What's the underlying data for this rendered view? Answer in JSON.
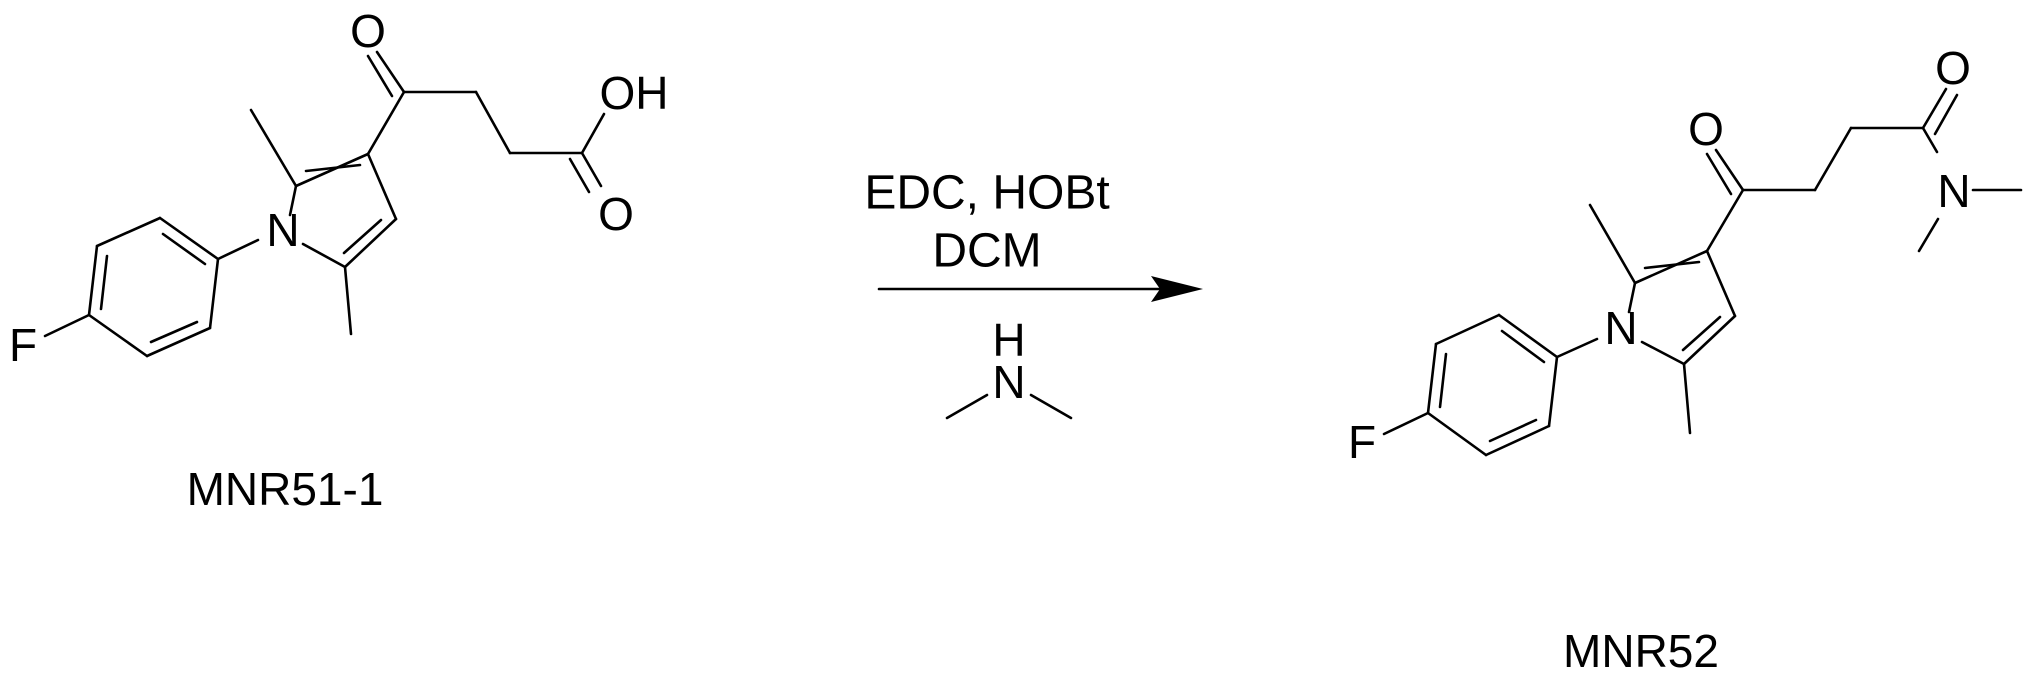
{
  "reaction": {
    "reactant": {
      "name": "MNR51-1",
      "atoms": {
        "F": "F",
        "N": "N",
        "O1": "O",
        "OH": "OH",
        "O2": "O"
      }
    },
    "reagents": {
      "line1": "EDC, HOBt",
      "line2": "DCM",
      "amine": {
        "H": "H",
        "N": "N"
      }
    },
    "product": {
      "name": "MNR52",
      "atoms": {
        "F": "F",
        "N1": "N",
        "O1": "O",
        "O2": "O",
        "N2": "N"
      }
    }
  }
}
